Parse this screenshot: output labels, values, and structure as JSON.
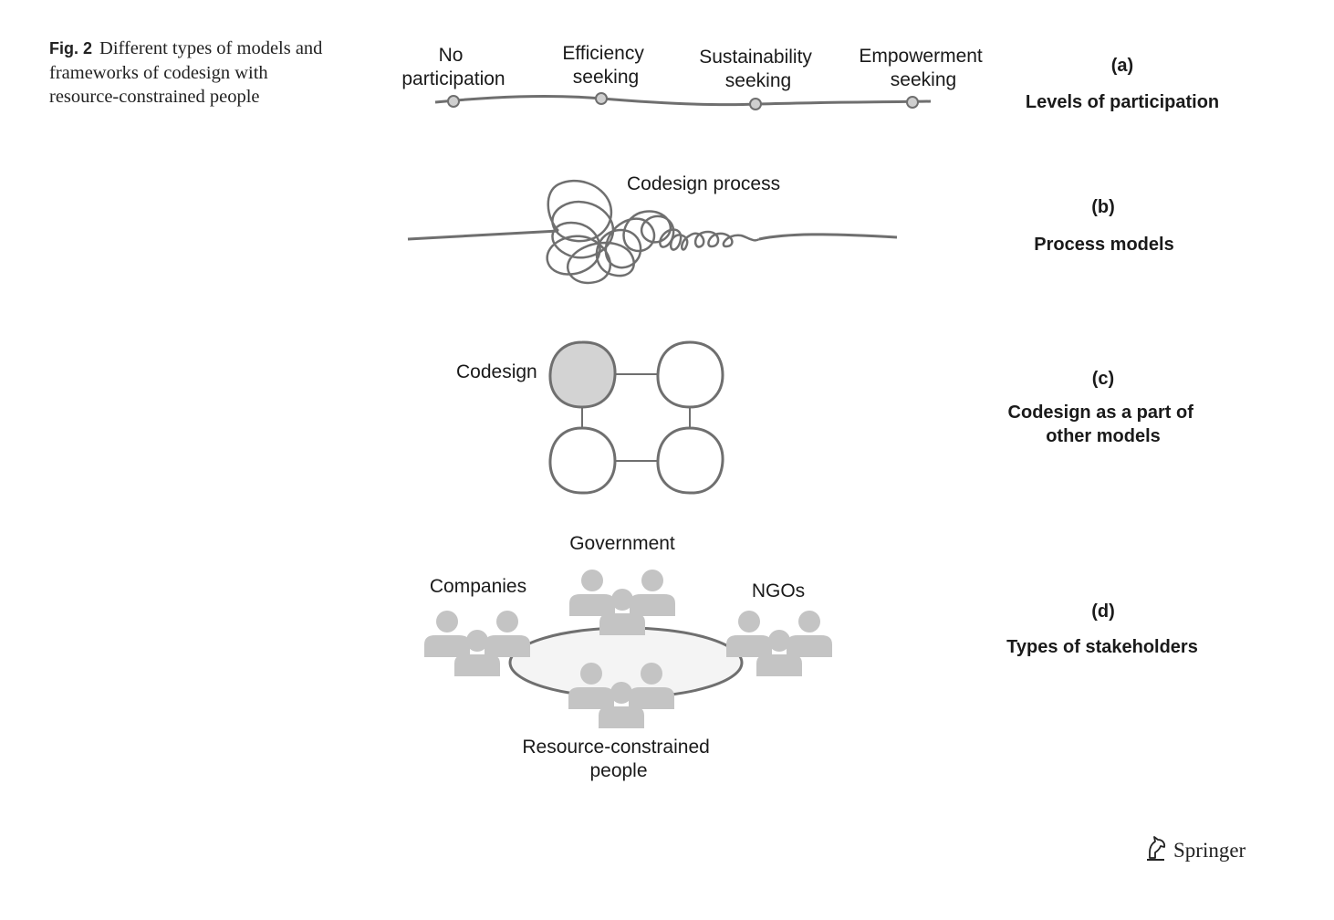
{
  "caption": {
    "label": "Fig. 2",
    "text": "Different types of models and frameworks of codesign with resource-constrained people"
  },
  "panel_a": {
    "tag": "(a)",
    "title": "Levels of participation",
    "levels": [
      [
        "No",
        "participation"
      ],
      [
        "Efficiency",
        "seeking"
      ],
      [
        "Sustainability",
        "seeking"
      ],
      [
        "Empowerment",
        "seeking"
      ]
    ]
  },
  "panel_b": {
    "tag": "(b)",
    "title": "Process models",
    "label": "Codesign process"
  },
  "panel_c": {
    "tag": "(c)",
    "title": [
      "Codesign as a part of",
      "other models"
    ],
    "label": "Codesign"
  },
  "panel_d": {
    "tag": "(d)",
    "title": "Types of stakeholders",
    "groups": {
      "government": "Government",
      "companies": "Companies",
      "ngos": "NGOs",
      "people": [
        "Resource-constrained",
        "people"
      ]
    }
  },
  "publisher": {
    "name": "Springer",
    "logo_icon": "springer-horse-icon"
  },
  "colors": {
    "line": "#6f6f6f",
    "person": "#c4c4c4",
    "node_fill": "#d3d3d3",
    "table_fill": "#f4f4f4"
  }
}
